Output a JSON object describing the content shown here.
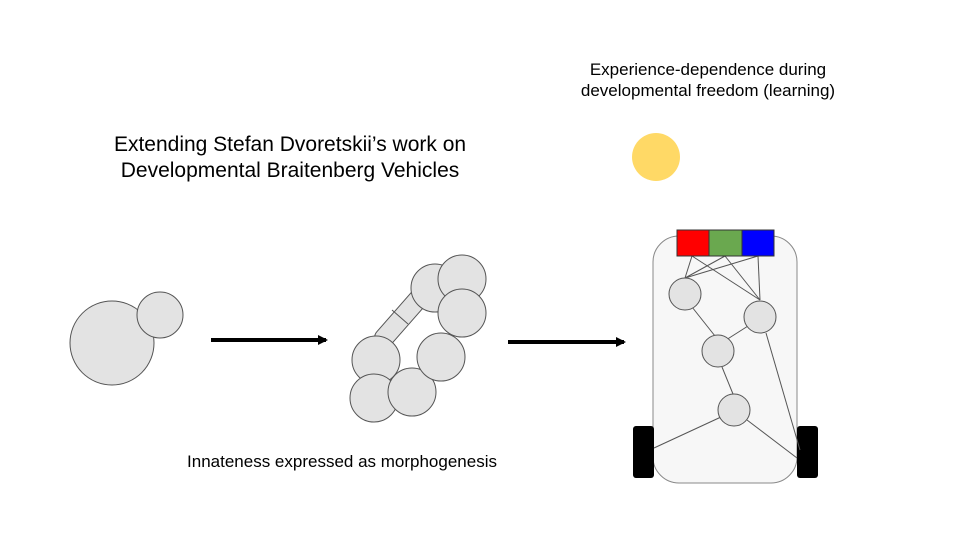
{
  "slide": {
    "title_line1": "Extending Stefan Dvoretskii’s work on",
    "title_line2": "Developmental Braitenberg Vehicles",
    "top_label_line1": "Experience-dependence during",
    "top_label_line2": "developmental freedom (learning)",
    "bottom_label": "Innateness expressed as morphogenesis"
  },
  "colors": {
    "cell_fill": "#e3e3e3",
    "cell_stroke": "#555555",
    "arrow": "#000000",
    "sun": "#ffd966",
    "sensor_red": "#ff0000",
    "sensor_green": "#6aa84f",
    "sensor_blue": "#0000ff",
    "vehicle_body": "#f7f7f7",
    "wheel": "#000000"
  },
  "icons": {
    "light_source": "sun-circle",
    "arrows": "right-arrow"
  }
}
